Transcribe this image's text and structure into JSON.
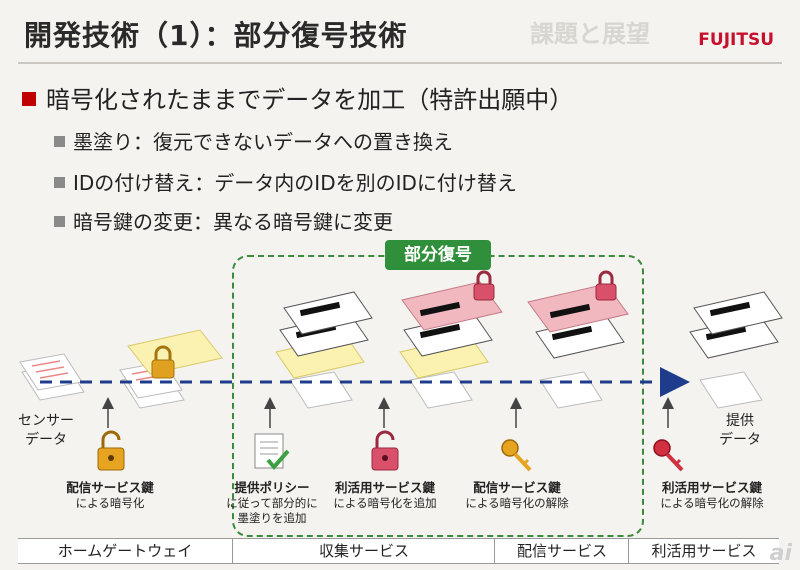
{
  "title": "開発技術（1）：部分復号技術",
  "ghost_text": "課題と展望",
  "logo": "FUJITSU",
  "bullet_main": "暗号化されたままでデータを加工（特許出願中）",
  "sub_bullets": [
    "墨塗り：復元できないデータへの置き換え",
    "IDの付け替え：データ内のIDを別のIDに付け替え",
    "暗号鍵の変更：異なる暗号鍵に変更"
  ],
  "group_label": "部分復号",
  "sensor_label": [
    "センサー",
    "データ"
  ],
  "output_label": [
    "提供",
    "データ"
  ],
  "steps": [
    {
      "title": "配信サービス鍵",
      "desc": [
        "による暗号化"
      ]
    },
    {
      "title": "提供ポリシー",
      "desc": [
        "に従って部分的に",
        "墨塗りを追加"
      ]
    },
    {
      "title": "利活用サービス鍵",
      "desc": [
        "による暗号化を追加"
      ]
    },
    {
      "title": "配信サービス鍵",
      "desc": [
        "による暗号化の解除"
      ]
    },
    {
      "title": "利活用サービス鍵",
      "desc": [
        "による暗号化の解除"
      ]
    }
  ],
  "stages": [
    "ホームゲートウェイ",
    "収集サービス",
    "配信サービス",
    "利活用サービス"
  ],
  "watermark": "ai",
  "colors": {
    "accent_red": "#c00000",
    "green": "#2f8f3a",
    "arrow_blue": "#1f3c8c",
    "yellow_layer": "#fbf1b0",
    "pink_layer": "#f2b8c0"
  }
}
